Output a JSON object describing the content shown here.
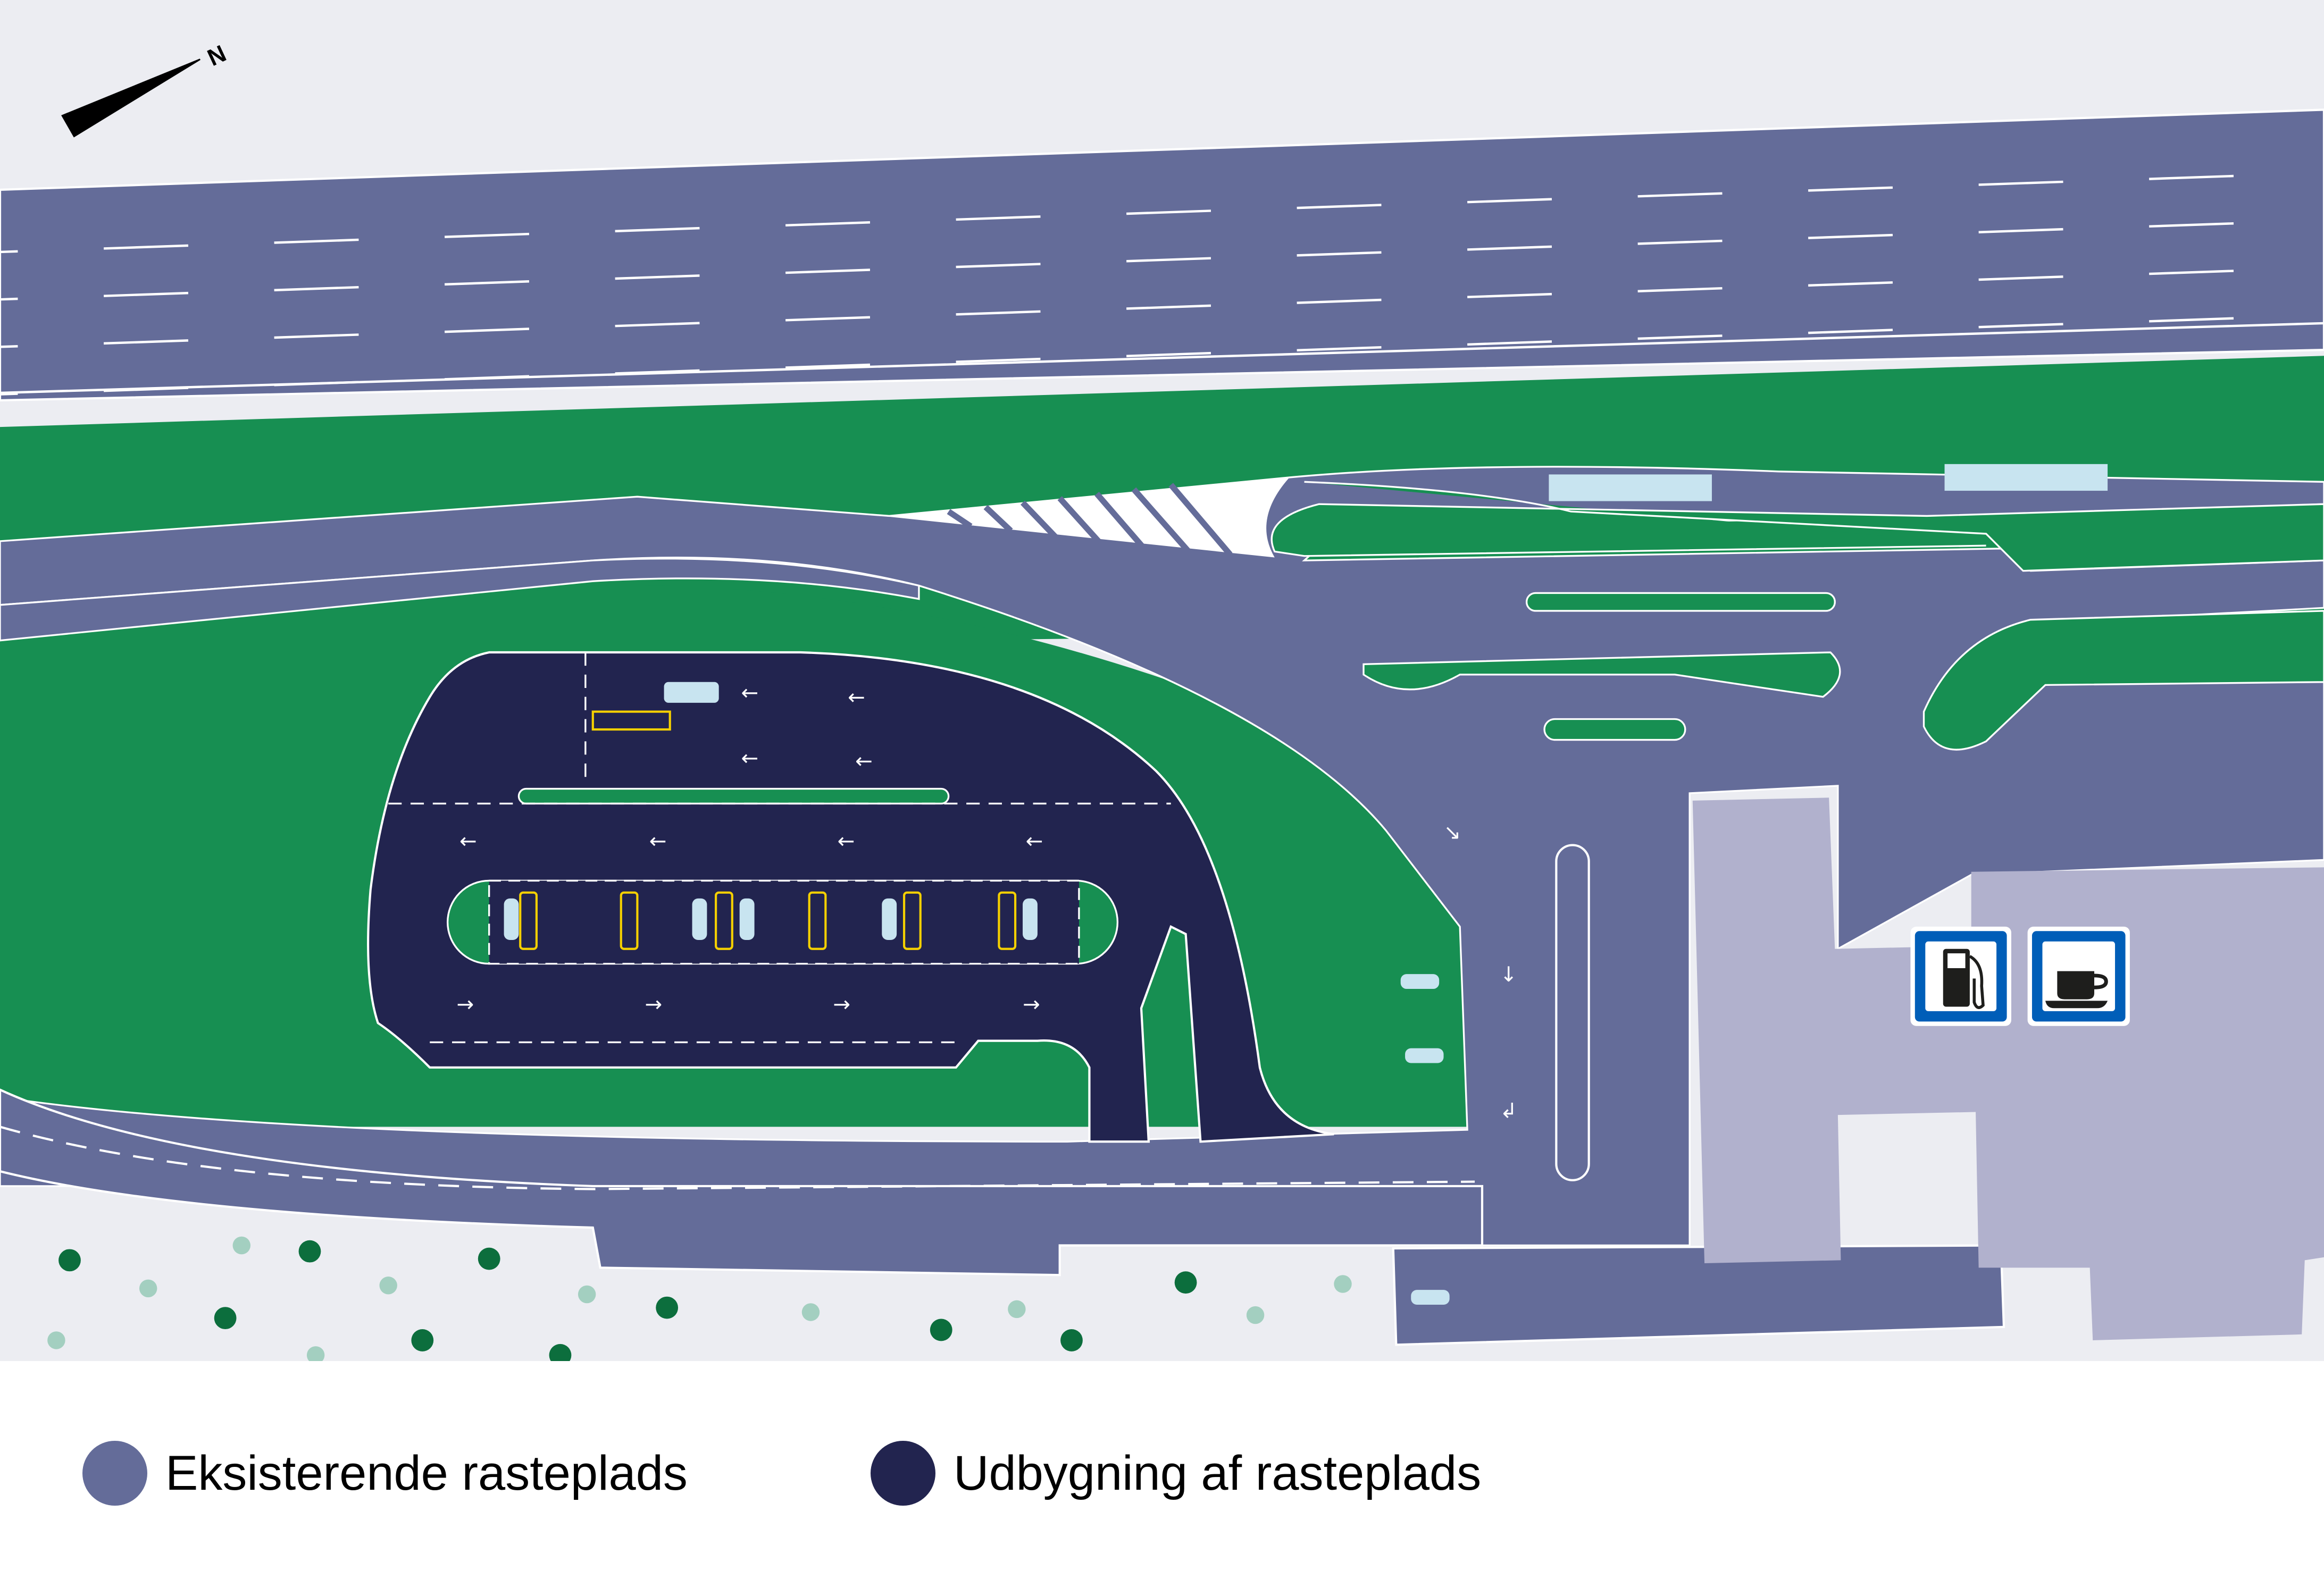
{
  "colors": {
    "background": "#ECEDF2",
    "existing": "#646C99",
    "extension": "#22244F",
    "green": "#178F52",
    "building": "#B1B1CD",
    "sign_blue": "#005EB8",
    "ev_yellow": "#F5D000",
    "vehicle": "#C8E4F0"
  },
  "compass": {
    "label": "N"
  },
  "signs": [
    {
      "name": "fuel",
      "icon": "fuel-pump-icon"
    },
    {
      "name": "cafe",
      "icon": "coffee-cup-icon"
    }
  ],
  "legend": {
    "items": [
      {
        "label": "Eksisterende rasteplads",
        "color": "#646C99"
      },
      {
        "label": "Udbygning af rasteplads",
        "color": "#22244F"
      }
    ]
  }
}
